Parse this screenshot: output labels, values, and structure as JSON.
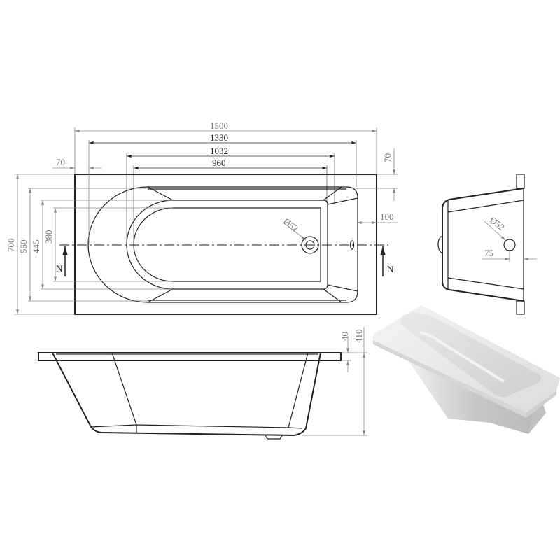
{
  "dimensions": {
    "overall_length": "1500",
    "inner_length": "1330",
    "bowl_length": "1032",
    "bottom_length": "960",
    "rim_offset_left": "70",
    "rim_offset_right": "70",
    "overall_width": "700",
    "inner_width": "560",
    "bowl_width": "445",
    "bottom_width": "380",
    "drain_end_offset": "100",
    "drain_diameter_top": "Ø52",
    "overflow_diameter_end": "Ø52",
    "overflow_offset": "75",
    "rim_thickness": "40",
    "overall_height": "410"
  },
  "section_markers": {
    "left": "N",
    "right": "N"
  },
  "colors": {
    "line": "#222222",
    "dimension": "#8a8a8a"
  }
}
